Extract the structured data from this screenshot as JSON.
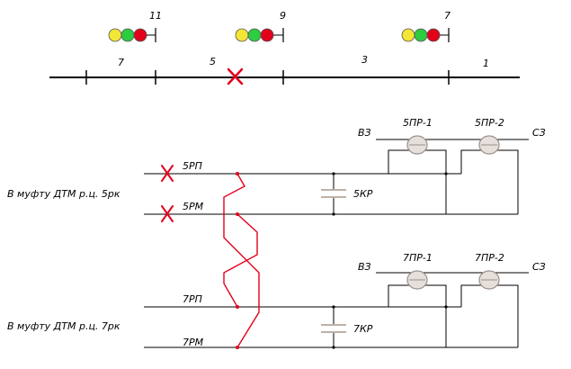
{
  "signals": {
    "s11": "11",
    "s9": "9",
    "s7": "7",
    "lamp_colors": [
      "#f2e636",
      "#2ecc40",
      "#e3001b"
    ]
  },
  "track": {
    "sec7": "7",
    "sec5": "5",
    "sec3": "3",
    "sec1": "1"
  },
  "circuit5": {
    "rp": "5РП",
    "rm": "5РМ",
    "cap": "5КР",
    "vz": "ВЗ",
    "sz": "СЗ",
    "lamp1": "5ПР-1",
    "lamp2": "5ПР-2",
    "coupling": "В муфту ДТМ р.ц. 5рк"
  },
  "circuit7": {
    "rp": "7РП",
    "rm": "7РМ",
    "cap": "7КР",
    "vz": "ВЗ",
    "sz": "СЗ",
    "lamp1": "7ПР-1",
    "lamp2": "7ПР-2",
    "coupling": "В муфту ДТМ р.ц. 7рк"
  },
  "colors": {
    "fault": "#e3001b",
    "jumper": "#e3001b",
    "lamp_fill": "#e6e0dc",
    "lamp_stroke": "#9a8e88",
    "capacitor": "#bdb1a7"
  }
}
